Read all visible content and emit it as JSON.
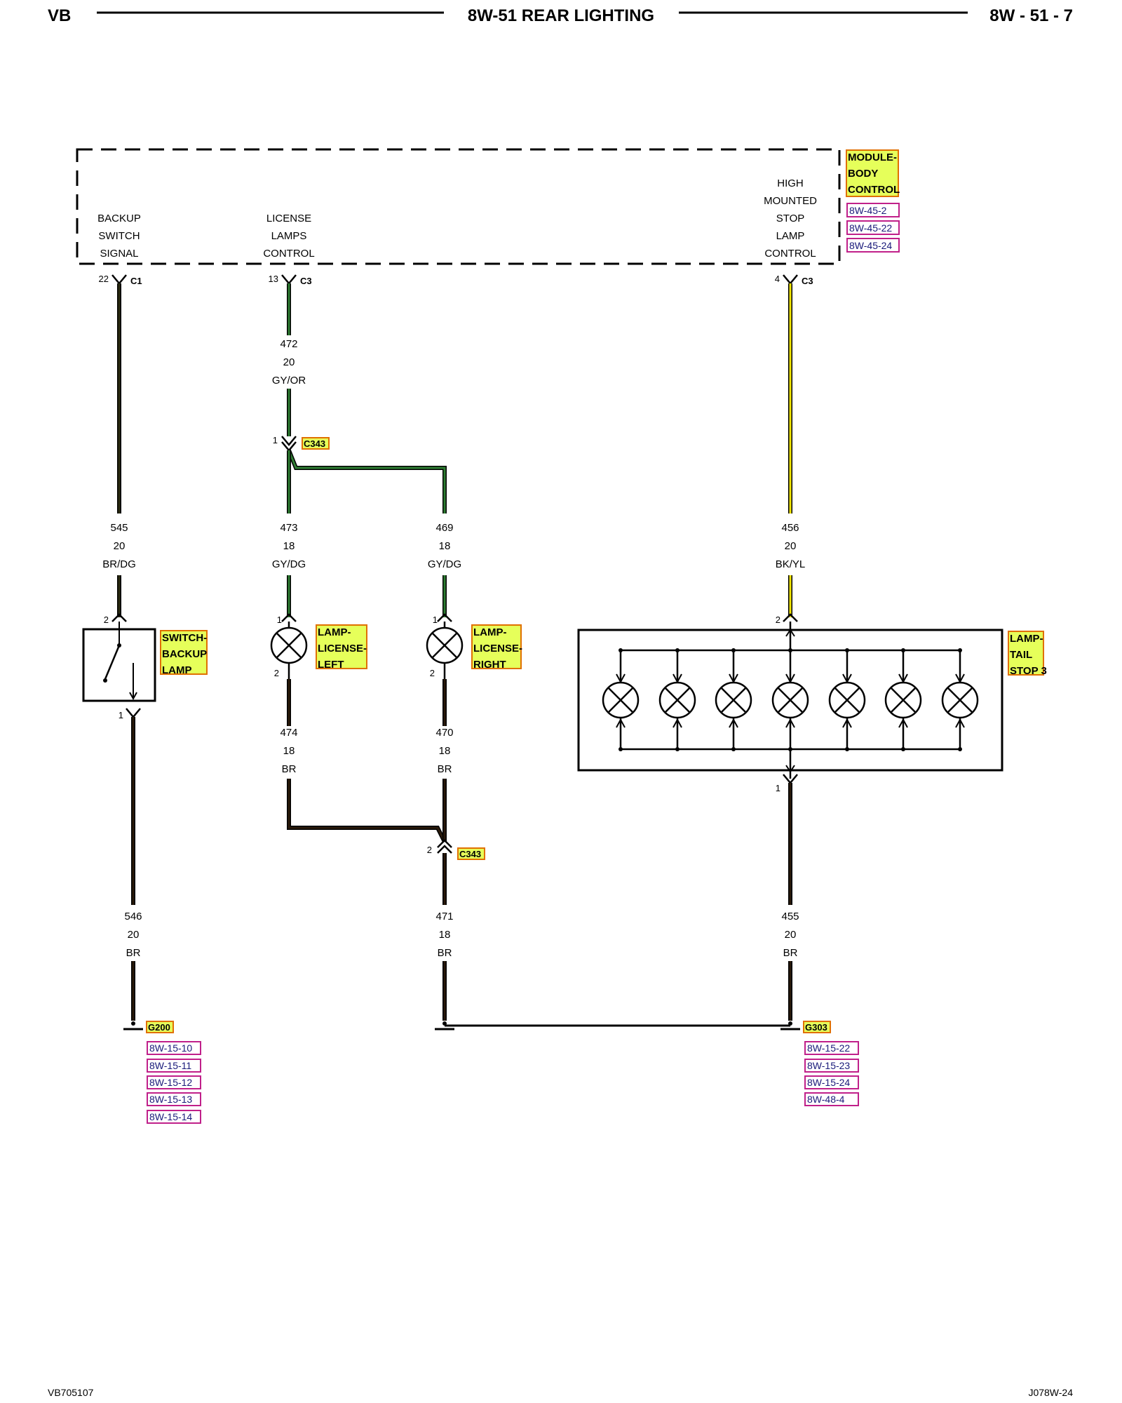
{
  "header": {
    "left": "VB",
    "title": "8W-51 REAR LIGHTING",
    "page": "8W - 51 - 7"
  },
  "footer": {
    "left": "VB705107",
    "right": "J078W-24"
  },
  "colors": {
    "gy_or": "#2e7d32",
    "gy_dg": "#2e7d32",
    "br_dg": "#2b2b10",
    "bk_yl": "#e6d800",
    "br": "#2a1a0a",
    "highlight": "#e6ff5a",
    "highlight_border": "#e07000",
    "ref_border": "#c0208a"
  },
  "module": {
    "name": [
      "MODULE-",
      "BODY",
      "CONTROL"
    ],
    "refs": [
      "8W-45-2",
      "8W-45-22",
      "8W-45-24"
    ],
    "functions": {
      "backup": [
        "BACKUP",
        "SWITCH",
        "SIGNAL"
      ],
      "license": [
        "LICENSE",
        "LAMPS",
        "CONTROL"
      ],
      "chmsl": [
        "HIGH",
        "MOUNTED",
        "STOP",
        "LAMP",
        "CONTROL"
      ]
    },
    "pins": {
      "backup": {
        "pin": "22",
        "conn": "C1"
      },
      "license": {
        "pin": "13",
        "conn": "C3"
      },
      "chmsl": {
        "pin": "4",
        "conn": "C3"
      }
    }
  },
  "wires": {
    "w545": [
      "545",
      "20",
      "BR/DG"
    ],
    "w472": [
      "472",
      "20",
      "GY/OR"
    ],
    "w473": [
      "473",
      "18",
      "GY/DG"
    ],
    "w469": [
      "469",
      "18",
      "GY/DG"
    ],
    "w456": [
      "456",
      "20",
      "BK/YL"
    ],
    "w474": [
      "474",
      "18",
      "BR"
    ],
    "w470": [
      "470",
      "18",
      "BR"
    ],
    "w546": [
      "546",
      "20",
      "BR"
    ],
    "w471": [
      "471",
      "18",
      "BR"
    ],
    "w455": [
      "455",
      "20",
      "BR"
    ]
  },
  "c343": {
    "name": "C343",
    "pin_top": "1",
    "pin_bottom": "2"
  },
  "components": {
    "switch": {
      "name": [
        "SWITCH-",
        "BACKUP",
        "LAMP"
      ],
      "pin_top": "2",
      "pin_bottom": "1"
    },
    "lamp_left": {
      "name": [
        "LAMP-",
        "LICENSE-",
        "LEFT"
      ],
      "pin_top": "1",
      "pin_bottom": "2"
    },
    "lamp_right": {
      "name": [
        "LAMP-",
        "LICENSE-",
        "RIGHT"
      ],
      "pin_top": "1",
      "pin_bottom": "2"
    },
    "tail": {
      "name": [
        "LAMP-",
        "TAIL",
        "STOP 3"
      ],
      "pin_top": "2",
      "pin_bottom": "1"
    }
  },
  "grounds": {
    "g200": {
      "name": "G200",
      "refs": [
        "8W-15-10",
        "8W-15-11",
        "8W-15-12",
        "8W-15-13",
        "8W-15-14"
      ]
    },
    "g303": {
      "name": "G303",
      "refs": [
        "8W-15-22",
        "8W-15-23",
        "8W-15-24",
        "8W-48-4"
      ]
    }
  }
}
